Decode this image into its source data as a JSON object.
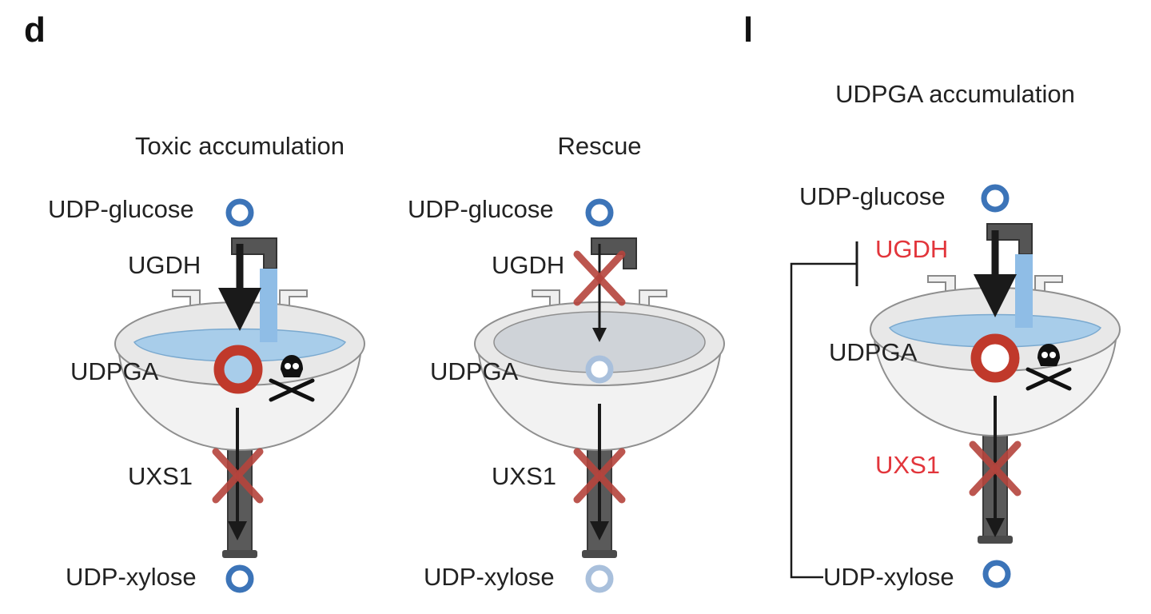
{
  "panel_d": {
    "letter": "d",
    "toxic": {
      "title": "Toxic accumulation",
      "substrate": "UDP-glucose",
      "enzyme_top": "UGDH",
      "intermediate": "UDPGA",
      "enzyme_bottom": "UXS1",
      "product": "UDP-xylose"
    },
    "rescue": {
      "title": "Rescue",
      "substrate": "UDP-glucose",
      "enzyme_top": "UGDH",
      "intermediate": "UDPGA",
      "enzyme_bottom": "UXS1",
      "product": "UDP-xylose"
    }
  },
  "panel_l": {
    "letter": "l",
    "title": "UDPGA accumulation",
    "substrate": "UDP-glucose",
    "enzyme_top": "UGDH",
    "intermediate": "UDPGA",
    "enzyme_bottom": "UXS1",
    "product": "UDP-xylose"
  },
  "colors": {
    "metabolite_ring": "#3c74b8",
    "metabolite_ring_faded": "#a9c0dc",
    "accumulation_ring": "#c0392b",
    "inhibition_x": "#b5443d",
    "highlight_text": "#e2353b",
    "water": "#a8cdea",
    "empty_basin": "#cfd3d8",
    "pipe": "#5a5a5a"
  }
}
